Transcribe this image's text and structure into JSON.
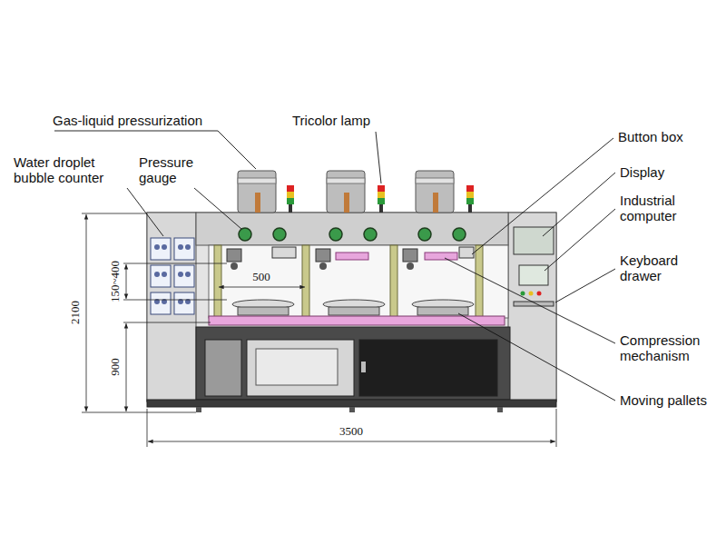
{
  "diagram": {
    "labels": [
      "Gas-liquid pressurization",
      "Tricolor lamp",
      "Button box",
      "Water droplet bubble counter",
      "Pressure gauge",
      "Display",
      "Industrial computer",
      "Keyboard drawer",
      "Compression mechanism",
      "Moving pallets",
      "2100",
      "150~400",
      "900",
      "500",
      "3500"
    ]
  }
}
